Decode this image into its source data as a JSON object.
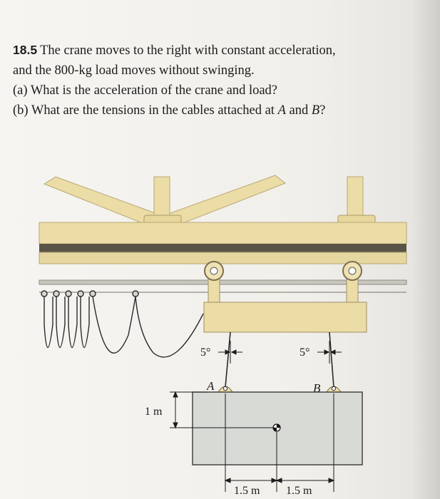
{
  "problem": {
    "number": "18.5",
    "intro_line1": "The crane moves to the right with constant acceleration,",
    "intro_line2": "and the 800-kg load moves without swinging.",
    "part_a_label": "(a)",
    "part_a_text": "What is the acceleration of the crane and load?",
    "part_b_label": "(b)",
    "part_b_text_1": "What are the tensions in the cables attached at",
    "part_b_point_a": "A",
    "part_b_and": " and ",
    "part_b_point_b": "B",
    "part_b_q": "?"
  },
  "figure": {
    "angle_left": "5°",
    "angle_right": "5°",
    "point_a": "A",
    "point_b": "B",
    "height_label": "1 m",
    "dist_left": "1.5 m",
    "dist_right": "1.5 m",
    "colors": {
      "girder": "#ecdca6",
      "rail": "#c9c7bd",
      "load": "#d8dad6",
      "cable": "#2a2a2a"
    }
  }
}
